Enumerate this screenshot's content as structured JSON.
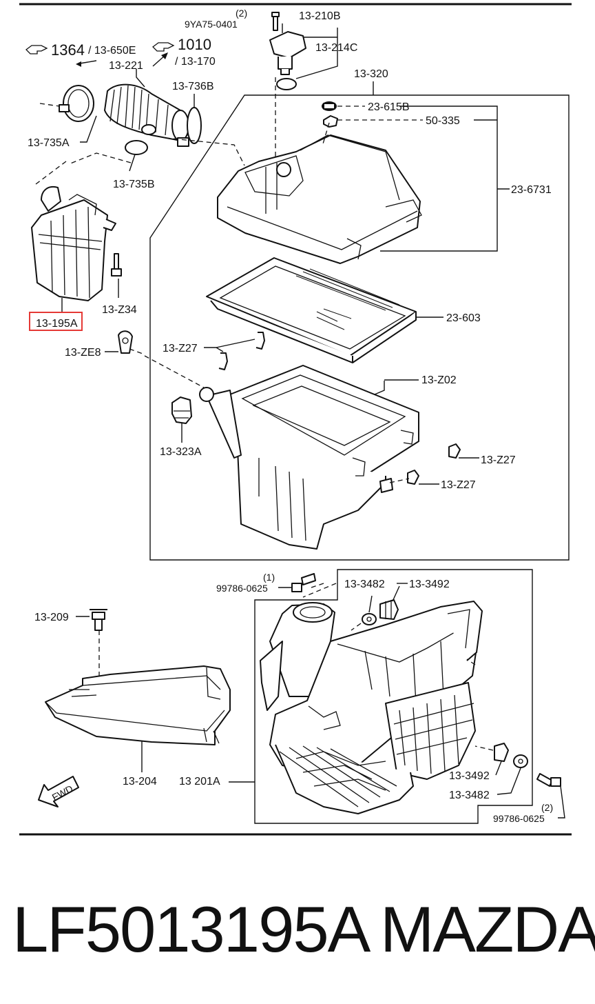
{
  "diagram": {
    "part_labels": {
      "qty_bolt_top": "(2)",
      "bolt_top": "9YA75-0401",
      "sensor_b": "13-210B",
      "sensor_c": "13-214C",
      "ref_1364": "1364",
      "ref_650e": "/ 13-650E",
      "ref_1010": "1010",
      "ref_170": "/ 13-170",
      "hose": "13-221",
      "cover_upper": "13-320",
      "clamp_736b": "13-736B",
      "grommet_615b": "23-615B",
      "nut_335": "50-335",
      "clamp_735a": "13-735A",
      "assembly_6731": "23-6731",
      "clamp_735b": "13-735B",
      "filter": "23-603",
      "bolt_z34": "13-Z34",
      "resonator": "13-195A",
      "clip_ze8": "13-ZE8",
      "clip_z27_a": "13-Z27",
      "case_lower": "13-Z02",
      "mount_323a": "13-323A",
      "clip_z27_b": "13-Z27",
      "clip_z27_c": "13-Z27",
      "qty_bolt_mid": "(1)",
      "bolt_mid": "99786-0625",
      "insulator_3482_a": "13-3482",
      "insulator_3492_a": "13-3492",
      "push_clip": "13-209",
      "duct_lower": "13-204",
      "duct_201a": "13 201A",
      "insulator_3492_b": "13-3492",
      "insulator_3482_b": "13-3482",
      "qty_bolt_bottom": "(2)",
      "bolt_bottom": "99786-0625",
      "fwd": "FWD"
    },
    "highlight_color": "#e53935"
  },
  "footer": {
    "part_number": "LF5013195A",
    "brand": "MAZDA"
  }
}
